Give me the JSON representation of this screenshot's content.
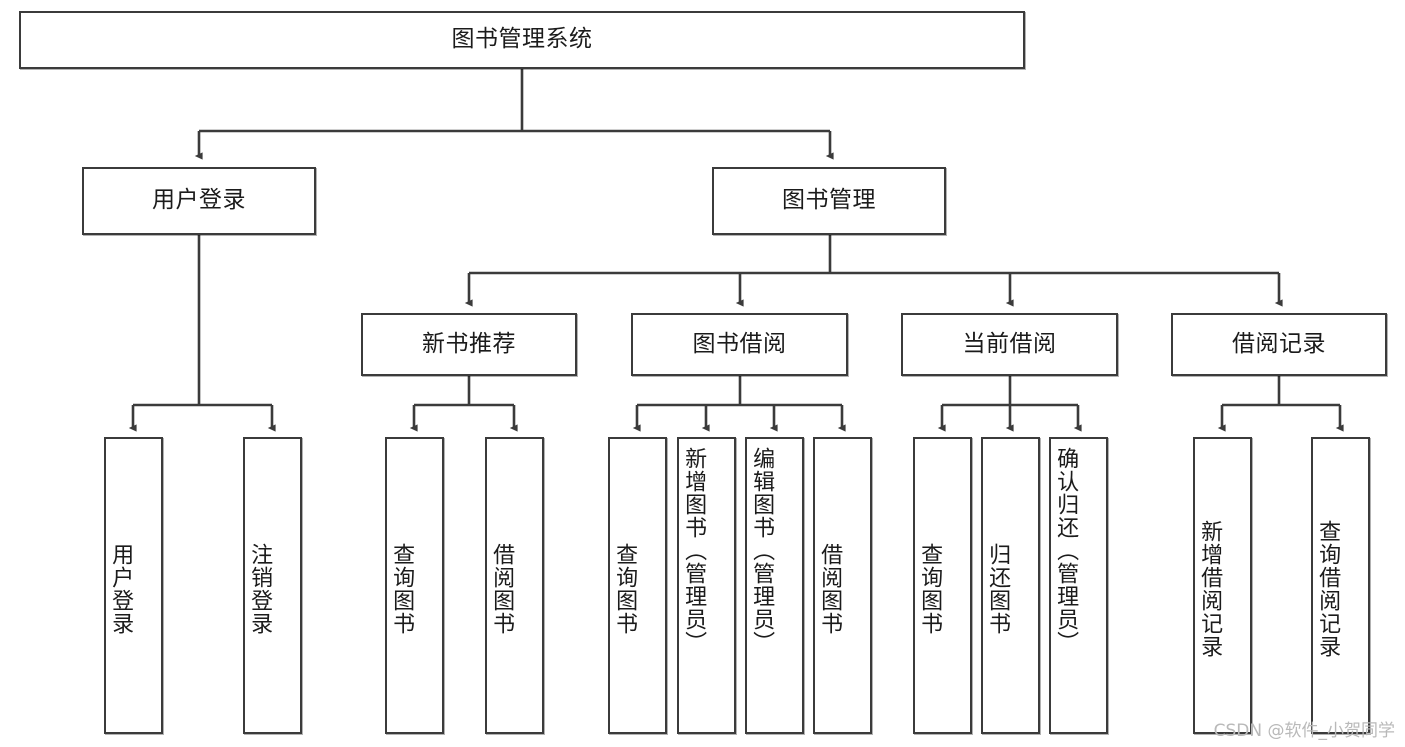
{
  "diagram": {
    "title": "图书管理系统",
    "watermark": "CSDN @软件_小贺同学",
    "style": {
      "box_border_color": "#3b3b3b",
      "box_fill_color": "#ffffff",
      "line_color": "#3b3b3b",
      "text_color": "#1b1b1b",
      "watermark_color": "#b9b9b9",
      "background": "#ffffff"
    },
    "nodes": {
      "root": {
        "label": "图书管理系统"
      },
      "level2": [
        {
          "id": "user-login",
          "label": "用户登录"
        },
        {
          "id": "book-manage",
          "label": "图书管理"
        }
      ],
      "level3": [
        {
          "id": "new-book-rec",
          "label": "新书推荐"
        },
        {
          "id": "book-borrow",
          "label": "图书借阅"
        },
        {
          "id": "current-borrow",
          "label": "当前借阅"
        },
        {
          "id": "borrow-record",
          "label": "借阅记录"
        }
      ],
      "leaves": {
        "user_login": [
          {
            "id": "leaf-user-login",
            "label": "用户登录"
          },
          {
            "id": "leaf-logout",
            "label": "注销登录"
          }
        ],
        "new_book_rec": [
          {
            "id": "leaf-query-book-1",
            "label": "查询图书"
          },
          {
            "id": "leaf-borrow-book-1",
            "label": "借阅图书"
          }
        ],
        "book_borrow": [
          {
            "id": "leaf-query-book-2",
            "label": "查询图书"
          },
          {
            "id": "leaf-add-book",
            "label": "新增图书（管理员）"
          },
          {
            "id": "leaf-edit-book",
            "label": "编辑图书（管理员）"
          },
          {
            "id": "leaf-borrow-book-2",
            "label": "借阅图书"
          }
        ],
        "current_borrow": [
          {
            "id": "leaf-query-book-3",
            "label": "查询图书"
          },
          {
            "id": "leaf-return-book",
            "label": "归还图书"
          },
          {
            "id": "leaf-confirm-return",
            "label": "确认归还（管理员）"
          }
        ],
        "borrow_record": [
          {
            "id": "leaf-add-record",
            "label": "新增借阅记录"
          },
          {
            "id": "leaf-query-record",
            "label": "查询借阅记录"
          }
        ]
      }
    }
  }
}
